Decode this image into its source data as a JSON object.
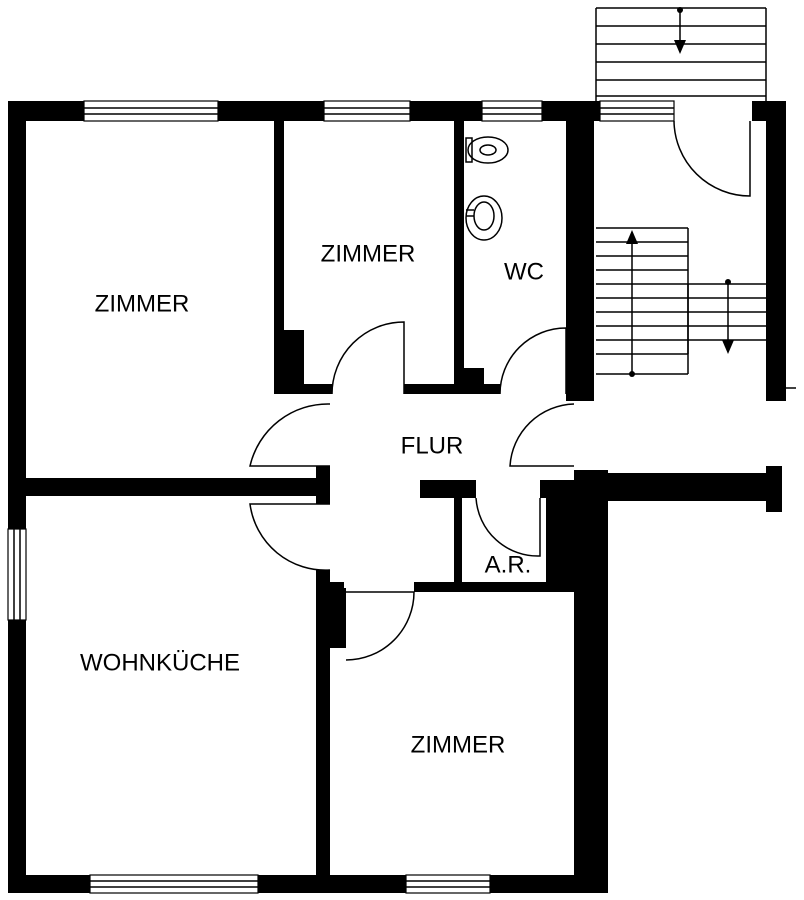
{
  "rooms": {
    "zimmer_nw": "ZIMMER",
    "zimmer_n": "ZIMMER",
    "wc": "WC",
    "flur": "FLUR",
    "wohnkueche": "WOHNKÜCHE",
    "ar": "A.R.",
    "zimmer_s": "ZIMMER"
  },
  "colors": {
    "wall": "#000000",
    "background": "#ffffff"
  },
  "icons": [
    "toilet-icon",
    "sink-icon",
    "stair-arrow-icon"
  ]
}
